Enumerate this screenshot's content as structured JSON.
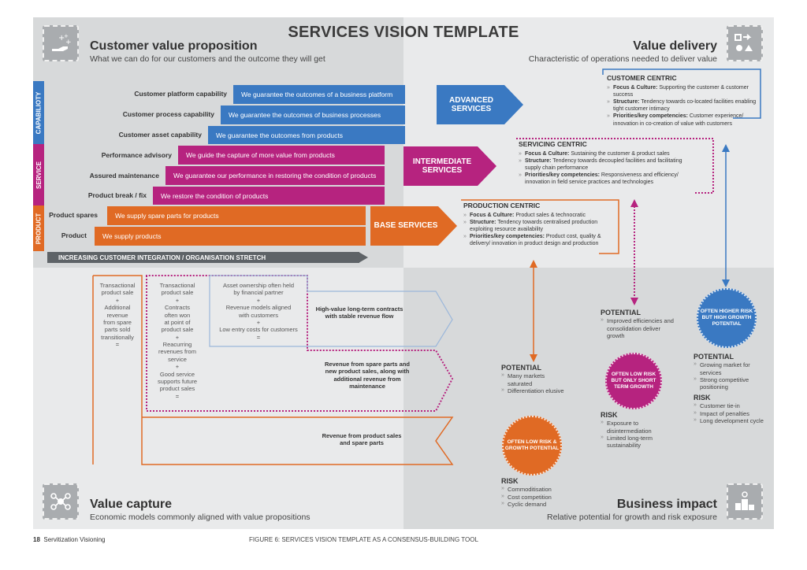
{
  "title": "SERVICES VISION TEMPLATE",
  "quadrants": {
    "customer_value": {
      "heading": "Customer value proposition",
      "subtitle": "What we can do for our customers and the outcome they will get"
    },
    "value_delivery": {
      "heading": "Value delivery",
      "subtitle": "Characteristic of operations needed to deliver value"
    },
    "value_capture": {
      "heading": "Value capture",
      "subtitle": "Economic models commonly aligned with value propositions"
    },
    "business_impact": {
      "heading": "Business impact",
      "subtitle": "Relative potential for growth and risk exposure"
    }
  },
  "sidebar": {
    "capability": "CAPABILIOTY",
    "service": "SERVICE",
    "product": "PRODUCT"
  },
  "rows": [
    {
      "label": "Customer platform capability",
      "text": "We guarantee the outcomes of a business platform"
    },
    {
      "label": "Customer process capability",
      "text": "We guarantee the outcomes of business processes"
    },
    {
      "label": "Customer asset capability",
      "text": "We guarantee the outcomes from products"
    },
    {
      "label": "Performance advisory",
      "text": "We guide the capture of more value from products"
    },
    {
      "label": "Assured maintenance",
      "text": "We guarantee our performance in restoring the condition of products"
    },
    {
      "label": "Product break / fix",
      "text": "We restore the condition of products"
    },
    {
      "label": "Product spares",
      "text": "We supply spare parts for products"
    },
    {
      "label": "Product",
      "text": "We supply products"
    }
  ],
  "chevrons": {
    "advanced": "ADVANCED SERVICES",
    "intermediate": "INTERMEDIATE SERVICES",
    "base": "BASE SERVICES"
  },
  "axis_label": "INCREASING CUSTOMER INTEGRATION / ORGANISATION STRETCH",
  "delivery": {
    "customer_centric": {
      "title": "CUSTOMER CENTRIC",
      "items": [
        {
          "k": "Focus & Culture:",
          "v": " Supporting the customer & customer success"
        },
        {
          "k": "Structure:",
          "v": " Tendency towards co-located facilities enabling tight customer intimacy"
        },
        {
          "k": "Priorities/key competencies:",
          "v": " Customer experience/ innovation in co-creation of value with customers"
        }
      ]
    },
    "servicing_centric": {
      "title": "SERVICING CENTRIC",
      "items": [
        {
          "k": "Focus & Culture:",
          "v": " Sustaining the customer & product sales"
        },
        {
          "k": "Structure:",
          "v": " Tendency towards decoupled facilities and facilitating supply chain performance"
        },
        {
          "k": "Priorities/key competencies:",
          "v": " Responsiveness and efficiency/ innovation in field service practices and technologies"
        }
      ]
    },
    "production_centric": {
      "title": "PRODUCTION CENTRIC",
      "items": [
        {
          "k": "Focus & Culture:",
          "v": " Product sales & technocratic"
        },
        {
          "k": "Structure:",
          "v": " Tendency towards centralised production exploiting resource availability"
        },
        {
          "k": "Priorities/key competencies:",
          "v": " Product cost, quality & delivery/ innovation in product design and production"
        }
      ]
    }
  },
  "capture": {
    "col1": [
      "Transactional",
      "product sale",
      "+",
      "Additional",
      "revenue",
      "from spare",
      "parts sold",
      "transitionally",
      "="
    ],
    "col2": [
      "Transactional",
      "product sale",
      "+",
      "Contracts",
      "often won",
      "at point of",
      "product sale",
      "+",
      "Reacurring",
      "revenues from",
      "service",
      "+",
      "Good service",
      "supports future",
      "product sales",
      "="
    ],
    "col3": [
      "Asset ownership often held",
      "by financial partner",
      "+",
      "Revenue models aligned",
      "with customers",
      "+",
      "Low entry costs for customers",
      "="
    ],
    "outcome_high": "High-value long-term contracts with stable revenue flow",
    "outcome_mid": "Revenue from spare parts and new product sales, along with additional revenue from maintenance",
    "outcome_low": "Revenue from product sales and spare parts"
  },
  "impact": {
    "low": {
      "circle": "OFTEN LOW RISK & GROWTH POTENTIAL",
      "potential_title": "POTENTIAL",
      "potential": [
        "Many markets saturated",
        "Differentiation elusive"
      ],
      "risk_title": "RISK",
      "risk": [
        "Commoditisation",
        "Cost competition",
        "Cyclic demand"
      ]
    },
    "mid": {
      "circle": "OFTEN LOW RISK BUT ONLY SHORT TERM GROWTH",
      "potential_title": "POTENTIAL",
      "potential": [
        "Improved efficiencies and consolidation deliver growth"
      ],
      "risk_title": "RISK",
      "risk": [
        "Exposure to disintermediation",
        "Limited long-term sustainability"
      ]
    },
    "high": {
      "circle": "OFTEN HIGHER RISK BUT HIGH GROWTH POTENTIAL",
      "potential_title": "POTENTIAL",
      "potential": [
        "Growing market for services",
        "Strong competitive positioning"
      ],
      "risk_title": "RISK",
      "risk": [
        "Customer tie-in",
        "Impact of penalties",
        "Long development cycle"
      ]
    }
  },
  "footer": {
    "page": "18",
    "doc": "Servitization Visioning",
    "caption": "FIGURE 6: SERVICES VISION TEMPLATE AS A CONSENSUS-BUILDING TOOL"
  },
  "colors": {
    "blue": "#3a79c2",
    "magenta": "#b6237f",
    "orange": "#e06a24",
    "grey_dark": "#5e6367"
  },
  "icons": [
    "sparkle-hand-icon",
    "process-flow-icon",
    "network-coins-icon",
    "podium-icon"
  ]
}
